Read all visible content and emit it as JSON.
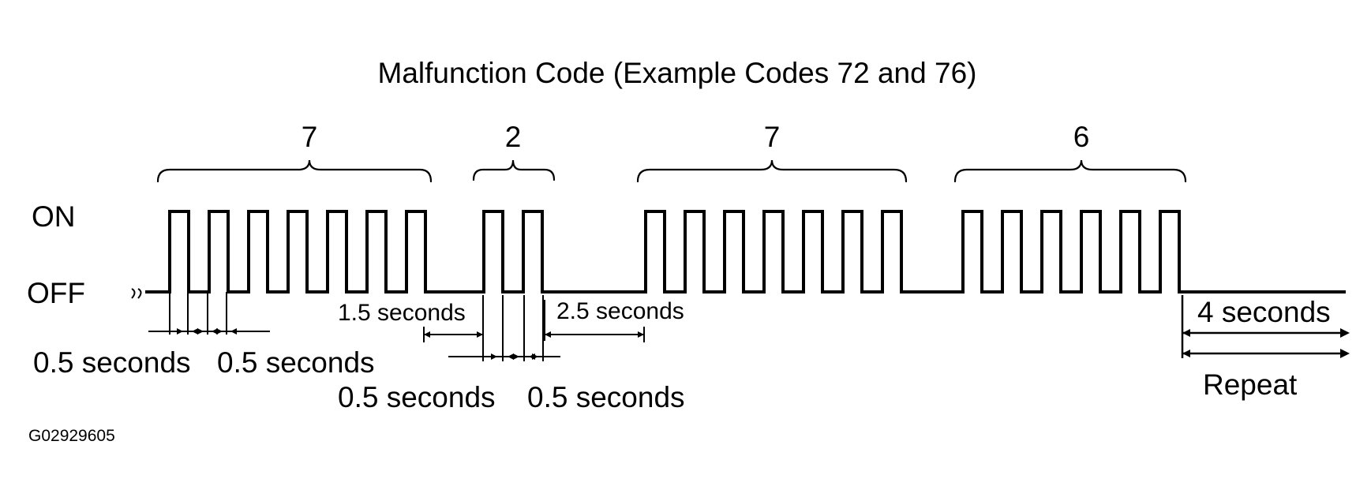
{
  "title": "Malfunction Code (Example Codes 72 and 76)",
  "state_labels": {
    "on": "ON",
    "off": "OFF"
  },
  "digits": [
    "7",
    "2",
    "7",
    "6"
  ],
  "pulse_counts": [
    7,
    2,
    7,
    6
  ],
  "timing": {
    "pulse_on": "0.5 seconds",
    "pulse_off": "0.5 seconds",
    "digit_gap": "1.5 seconds",
    "code_gap": "2.5 seconds",
    "repeat_gap": "4 seconds"
  },
  "labels": {
    "a_on": "0.5 seconds",
    "a_off": "0.5 seconds",
    "b_on": "0.5 seconds",
    "b_off": "0.5 seconds",
    "gap_digit": "1.5 seconds",
    "gap_code": "2.5 seconds",
    "gap_repeat": "4 seconds",
    "repeat": "Repeat"
  },
  "figure_id": "G02929605",
  "colors": {
    "line": "#000000",
    "background": "#ffffff"
  }
}
